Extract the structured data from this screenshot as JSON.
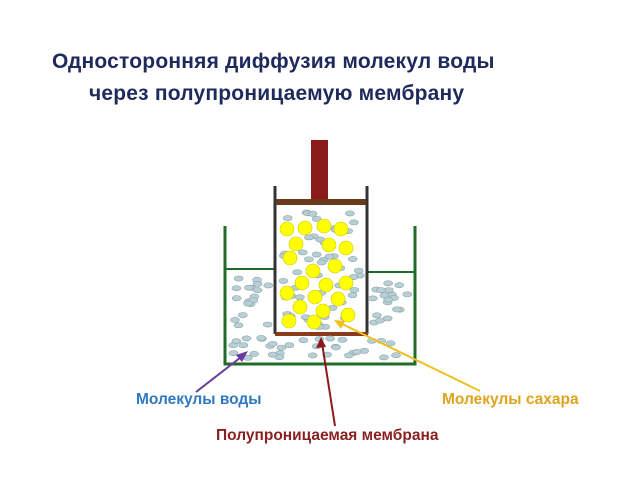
{
  "title": {
    "line1": "Односторонняя диффузия молекул воды",
    "line2": "через полупроницаемую мембрану"
  },
  "labels": {
    "water": "Молекулы воды",
    "sugar": "Молекулы сахара",
    "membrane": "Полупроницаемая мембрана"
  },
  "colors": {
    "title": "#1f2a5c",
    "outer_vessel": "#1f6b2a",
    "inner_vessel": "#333333",
    "piston": "#8b1a1a",
    "piston_plate": "#6b3a1a",
    "membrane": "#8b3a1a",
    "water_molecule": "#b8cfd4",
    "sugar_molecule": "#ffff00",
    "water_label": "#2f79c0",
    "sugar_label": "#e0a31c",
    "membrane_label": "#8b1f1f",
    "water_arrow": "#6a3aa0",
    "sugar_arrow": "#f0c020",
    "membrane_arrow": "#8b1a1a"
  }
}
